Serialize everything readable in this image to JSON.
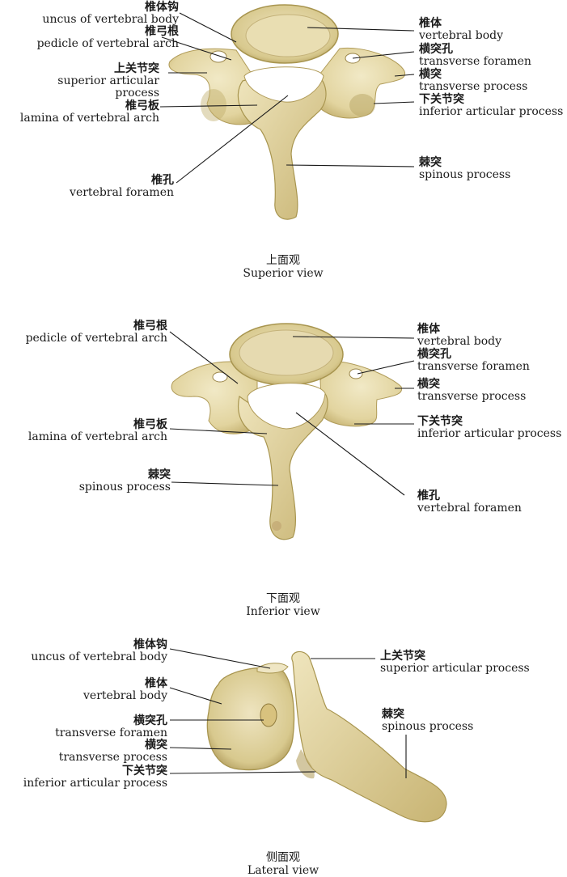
{
  "views": {
    "superior": {
      "caption": {
        "zh": "上面观",
        "en": "Superior view"
      },
      "labels": {
        "uncus": {
          "zh": "椎体钩",
          "en": "uncus of vertebral body"
        },
        "pedicle": {
          "zh": "椎弓根",
          "en": "pedicle of vertebral arch"
        },
        "sup_art": {
          "zh": "上关节突",
          "en1": "superior articular",
          "en2": "process"
        },
        "lamina": {
          "zh": "椎弓板",
          "en": "lamina of vertebral arch"
        },
        "foramen": {
          "zh": "椎孔",
          "en": "vertebral foramen"
        },
        "body": {
          "zh": "椎体",
          "en": "vertebral body"
        },
        "trans_foramen": {
          "zh": "横突孔",
          "en": "transverse foramen"
        },
        "trans_process": {
          "zh": "横突",
          "en": "transverse process"
        },
        "inf_art": {
          "zh": "下关节突",
          "en": "inferior articular process"
        },
        "spinous": {
          "zh": "棘突",
          "en": "spinous process"
        }
      }
    },
    "inferior": {
      "caption": {
        "zh": "下面观",
        "en": "Inferior view"
      },
      "labels": {
        "pedicle": {
          "zh": "椎弓根",
          "en": "pedicle of vertebral arch"
        },
        "lamina": {
          "zh": "椎弓板",
          "en": "lamina of vertebral arch"
        },
        "spinous": {
          "zh": "棘突",
          "en": "spinous process"
        },
        "body": {
          "zh": "椎体",
          "en": "vertebral body"
        },
        "trans_foramen": {
          "zh": "横突孔",
          "en": "transverse foramen"
        },
        "trans_process": {
          "zh": "横突",
          "en": "transverse process"
        },
        "inf_art": {
          "zh": "下关节突",
          "en": "inferior articular process"
        },
        "foramen": {
          "zh": "椎孔",
          "en": "vertebral foramen"
        }
      }
    },
    "lateral": {
      "caption": {
        "zh": "侧面观",
        "en": "Lateral view"
      },
      "labels": {
        "uncus": {
          "zh": "椎体钩",
          "en": "uncus of vertebral body"
        },
        "body": {
          "zh": "椎体",
          "en": "vertebral body"
        },
        "trans_foramen": {
          "zh": "横突孔",
          "en": "transverse foramen"
        },
        "trans_process": {
          "zh": "横突",
          "en": "transverse process"
        },
        "inf_art": {
          "zh": "下关节突",
          "en": "inferior articular process"
        },
        "sup_art": {
          "zh": "上关节突",
          "en": "superior articular process"
        },
        "spinous": {
          "zh": "棘突",
          "en": "spinous process"
        }
      }
    }
  },
  "colors": {
    "bone": "#e6dcae",
    "bone_shade": "#c9b97a",
    "bone_dark": "#a8954f",
    "line": "#1a1a1a"
  }
}
